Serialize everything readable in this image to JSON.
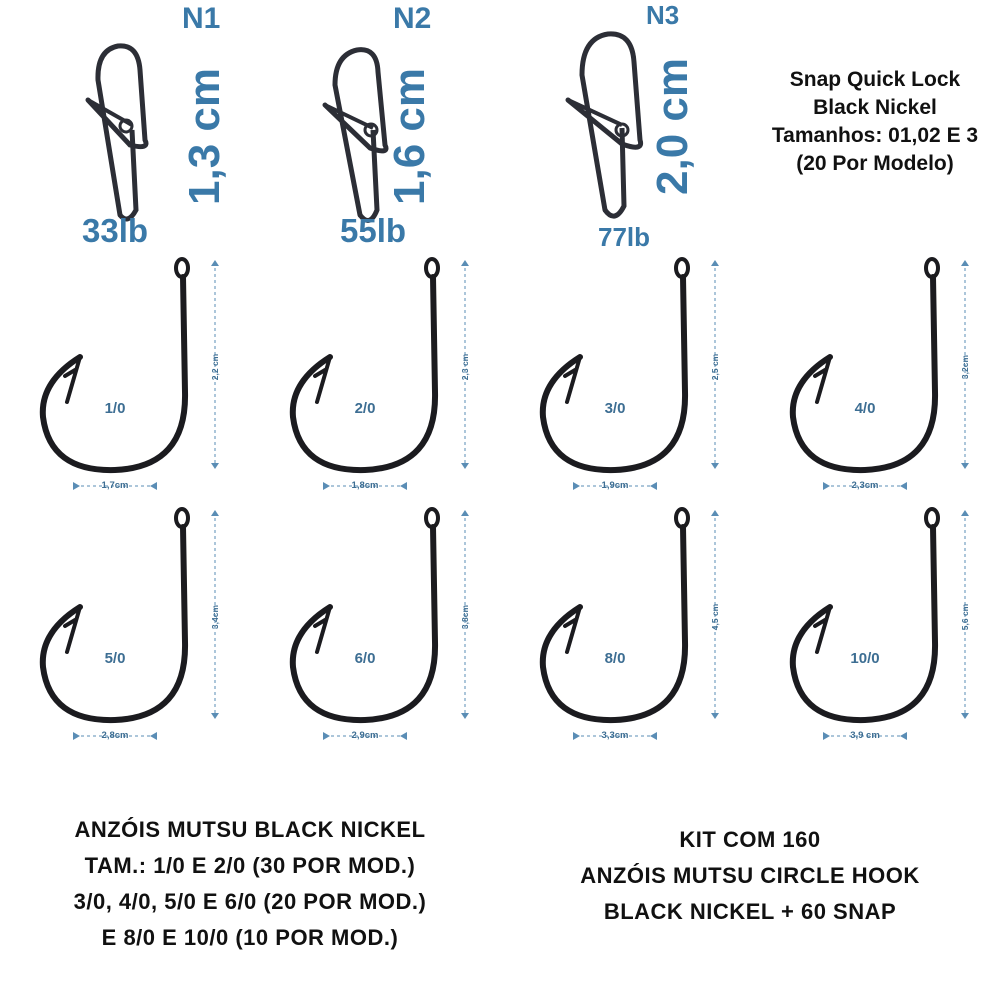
{
  "snaps": [
    {
      "id": "N1",
      "size": "1,3 cm",
      "strength": "33lb"
    },
    {
      "id": "N2",
      "size": "1,6 cm",
      "strength": "55lb"
    },
    {
      "id": "N3",
      "size": "2,0 cm",
      "strength": "77lb"
    }
  ],
  "snap_info": {
    "lines": [
      "Snap Quick Lock",
      "Black Nickel",
      "Tamanhos: 01,02 E 3",
      "(20 Por Modelo)"
    ]
  },
  "hooks": [
    {
      "size": "1/0",
      "width": "1,7cm",
      "height": "2,2 cm"
    },
    {
      "size": "2/0",
      "width": "1,8cm",
      "height": "2,3 cm"
    },
    {
      "size": "3/0",
      "width": "1,9cm",
      "height": "2,5 cm"
    },
    {
      "size": "4/0",
      "width": "2,3cm",
      "height": "3,2cm"
    },
    {
      "size": "5/0",
      "width": "2,8cm",
      "height": "3,4cm"
    },
    {
      "size": "6/0",
      "width": "2,9cm",
      "height": "3,8cm"
    },
    {
      "size": "8/0",
      "width": "3,3cm",
      "height": "4,5 cm"
    },
    {
      "size": "10/0",
      "width": "3,9 cm",
      "height": "5,6 cm"
    }
  ],
  "bottom_left": {
    "lines": [
      "ANZÓIS MUTSU BLACK NICKEL",
      "TAM.: 1/0 E 2/0 (30 POR MOD.)",
      "3/0, 4/0, 5/0 E 6/0 (20 POR MOD.)",
      "E 8/0 E 10/0 (10 POR MOD.)"
    ]
  },
  "bottom_right": {
    "lines": [
      "KIT COM 160",
      "ANZÓIS MUTSU CIRCLE HOOK",
      "BLACK NICKEL + 60 SNAP"
    ]
  },
  "colors": {
    "accent": "#3a79a8",
    "hook": "#1b1b1f",
    "text": "#111111"
  }
}
